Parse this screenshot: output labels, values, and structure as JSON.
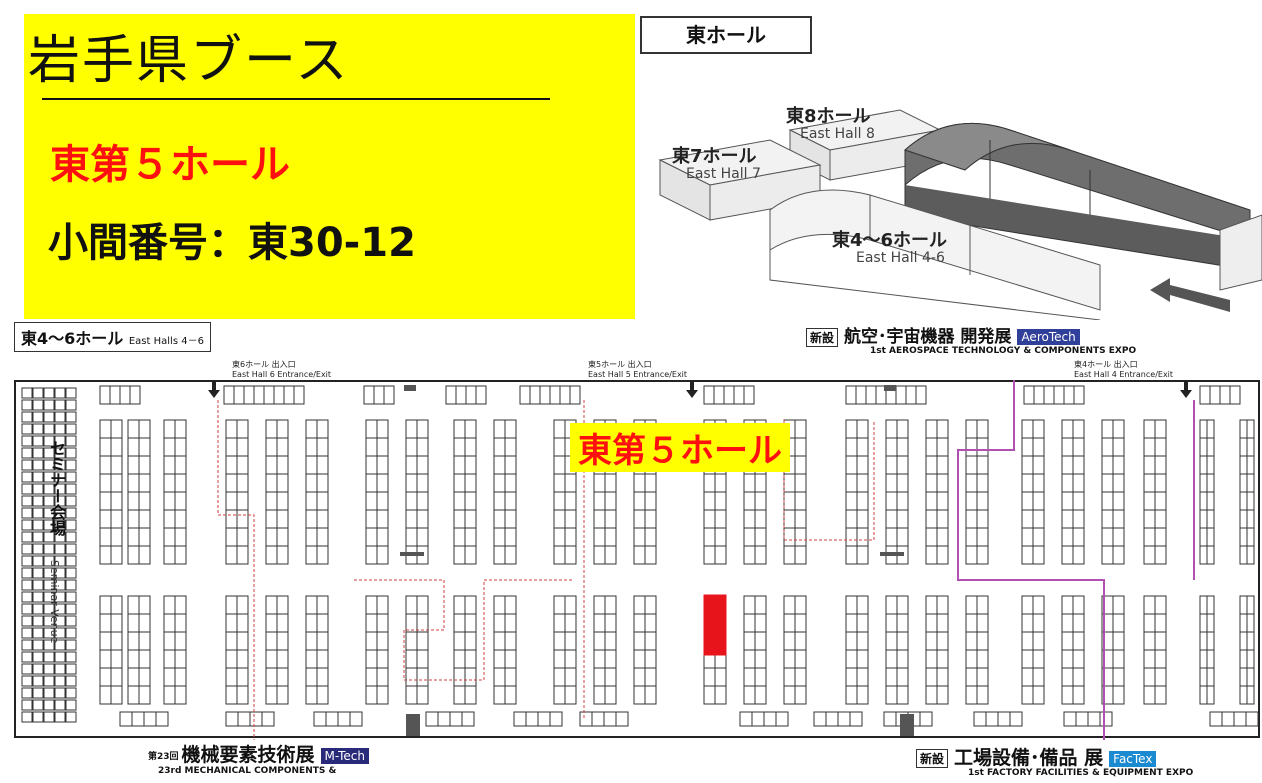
{
  "booth_box": {
    "title": "岩手県ブース",
    "hall": "東第５ホール",
    "booth_number": "小間番号：東30-12",
    "color": "#ffff00"
  },
  "overview_map": {
    "east_hall_label": "東ホール",
    "halls": [
      {
        "ja": "東8ホール",
        "en": "East Hall 8"
      },
      {
        "ja": "東7ホール",
        "en": "East Hall 7"
      },
      {
        "ja": "東4～6ホール",
        "en": "East Hall 4-6"
      }
    ]
  },
  "floor_map": {
    "halls_label": "東4～6ホール",
    "halls_label_en": "East Halls 4－6",
    "highlight_hall": "東第５ホール",
    "highlight_color": "#ff1010",
    "seminar_label": "セミナー会場",
    "seminar_label_en": "Seminar Venue",
    "entrances": [
      {
        "ja": "東6ホール 出入口",
        "en": "East Hall 6 Entrance/Exit"
      },
      {
        "ja": "東5ホール 出入口",
        "en": "East Hall 5 Entrance/Exit"
      },
      {
        "ja": "東4ホール 出入口",
        "en": "East Hall 4 Entrance/Exit"
      }
    ]
  },
  "expos": {
    "aerospace": {
      "new_tag": "新設",
      "title": "航空･宇宙機器 開発展",
      "logo": "AeroTech",
      "subtitle": "1st AEROSPACE TECHNOLOGY & COMPONENTS EXPO"
    },
    "mechanical": {
      "edition": "第23回",
      "title": "機械要素技術展",
      "logo": "M-Tech",
      "subtitle": "23rd MECHANICAL COMPONENTS &"
    },
    "factory": {
      "new_tag": "新設",
      "title": "工場設備･備品 展",
      "logo": "FacTex",
      "subtitle": "1st FACTORY FACILITIES & EQUIPMENT EXPO"
    }
  }
}
